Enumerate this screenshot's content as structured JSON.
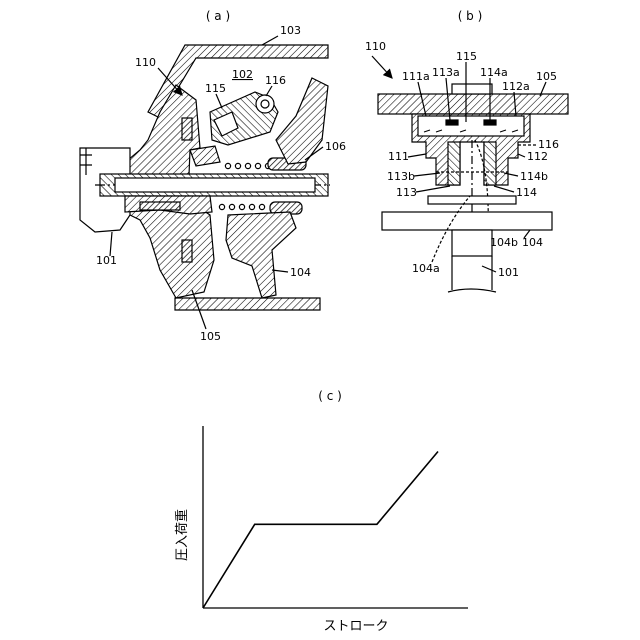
{
  "panel_a": {
    "caption": "( a )",
    "labels": {
      "l103": "103",
      "l110": "110",
      "l102": "102",
      "l116": "116",
      "l115": "115",
      "l106": "106",
      "l101": "101",
      "l104": "104",
      "l105": "105"
    }
  },
  "panel_b": {
    "caption": "( b )",
    "labels": {
      "l110": "110",
      "l115": "115",
      "l113a": "113a",
      "l114a": "114a",
      "l111a": "111a",
      "l112a": "112a",
      "l105": "105",
      "l116": "116",
      "l111": "111",
      "l112": "112",
      "l113b": "113b",
      "l114b": "114b",
      "l113": "113",
      "l114": "114",
      "l104b": "104b",
      "l104": "104",
      "l104a": "104a",
      "l101": "101"
    }
  },
  "panel_c": {
    "caption": "( c )",
    "ylabel": "圧入荷重",
    "xlabel": "ストローク"
  },
  "chart_data": {
    "type": "line",
    "title": "",
    "xlabel": "ストローク",
    "ylabel": "圧入荷重",
    "grid": false,
    "ticks": "none",
    "series": [
      {
        "x": [
          0,
          0.22,
          0.74,
          1.0
        ],
        "y": [
          0,
          0.46,
          0.46,
          0.86
        ]
      }
    ],
    "xlim": [
      0,
      1
    ],
    "ylim": [
      0,
      1
    ]
  }
}
